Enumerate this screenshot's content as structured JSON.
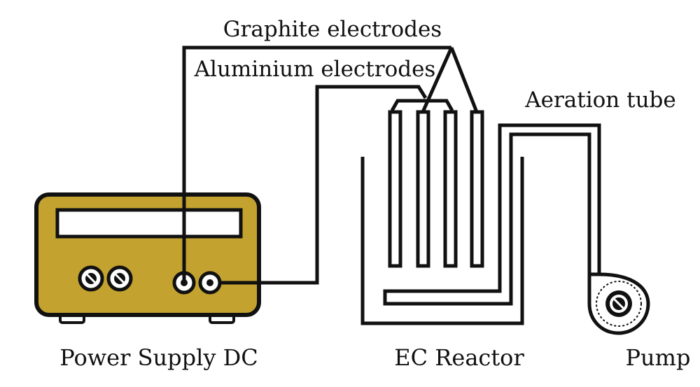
{
  "labels": {
    "graphite_electrodes": "Graphite electrodes",
    "aluminium_electrodes": "Aluminium electrodes",
    "aeration_tube": "Aeration tube",
    "power_supply": "Power Supply DC",
    "ec_reactor": "EC Reactor",
    "pump": "Pump"
  },
  "colors": {
    "device_body": "#c3a22f",
    "outline": "#111111",
    "display": "#ffffff",
    "background": "#ffffff"
  }
}
